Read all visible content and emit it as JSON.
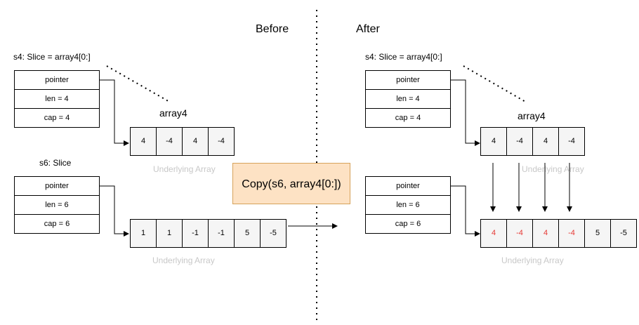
{
  "headings": {
    "before": "Before",
    "after": "After"
  },
  "operation": "Copy(s6, array4[0:])",
  "before": {
    "s4": {
      "label": "s4: Slice =  array4[0:]",
      "fields": [
        "pointer",
        "len = 4",
        "cap = 4"
      ]
    },
    "s6": {
      "label": "s6: Slice",
      "fields": [
        "pointer",
        "len = 6",
        "cap = 6"
      ]
    },
    "array4": {
      "label": "array4",
      "values": [
        "4",
        "-4",
        "4",
        "-4"
      ],
      "caption": "Underlying Array"
    },
    "s6_array": {
      "values": [
        "1",
        "1",
        "-1",
        "-1",
        "5",
        "-5"
      ],
      "caption": "Underlying Array"
    }
  },
  "after": {
    "s4": {
      "label": "s4: Slice =  array4[0:]",
      "fields": [
        "pointer",
        "len = 4",
        "cap = 4"
      ]
    },
    "s6": {
      "fields": [
        "pointer",
        "len = 6",
        "cap = 6"
      ]
    },
    "array4": {
      "label": "array4",
      "values": [
        "4",
        "-4",
        "4",
        "-4"
      ],
      "caption": "Underlying Array"
    },
    "s6_array": {
      "values": [
        "4",
        "-4",
        "4",
        "-4",
        "5",
        "-5"
      ],
      "changed_count": 4,
      "caption": "Underlying Array"
    }
  },
  "colors": {
    "changed_value": "#e53935",
    "operation_fill": "#fde2c4",
    "caption": "#c8c8c8",
    "array_fill": "#f5f5f5"
  }
}
